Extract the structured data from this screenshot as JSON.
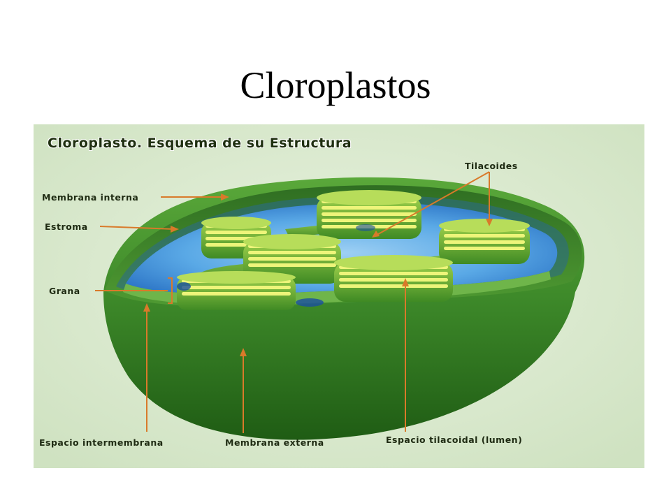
{
  "slide": {
    "title": "Cloroplastos"
  },
  "diagram": {
    "heading": "Cloroplasto. Esquema de su Estructura",
    "labels": {
      "tilacoides": "Tilacoides",
      "membrana_interna": "Membrana interna",
      "estroma": "Estroma",
      "grana": "Grana",
      "espacio_intermembrana": "Espacio intermembrana",
      "membrana_externa": "Membrana externa",
      "espacio_tilacoidal": "Espacio tilacoidal (lumen)"
    },
    "colors": {
      "background": "#dbe9d0",
      "outer_membrane": "#3e8a2a",
      "stroma": "#4a9be0",
      "thylakoid": "#e8f06a",
      "label_text": "#1e2a12",
      "pointer": "#d97a2a"
    }
  }
}
